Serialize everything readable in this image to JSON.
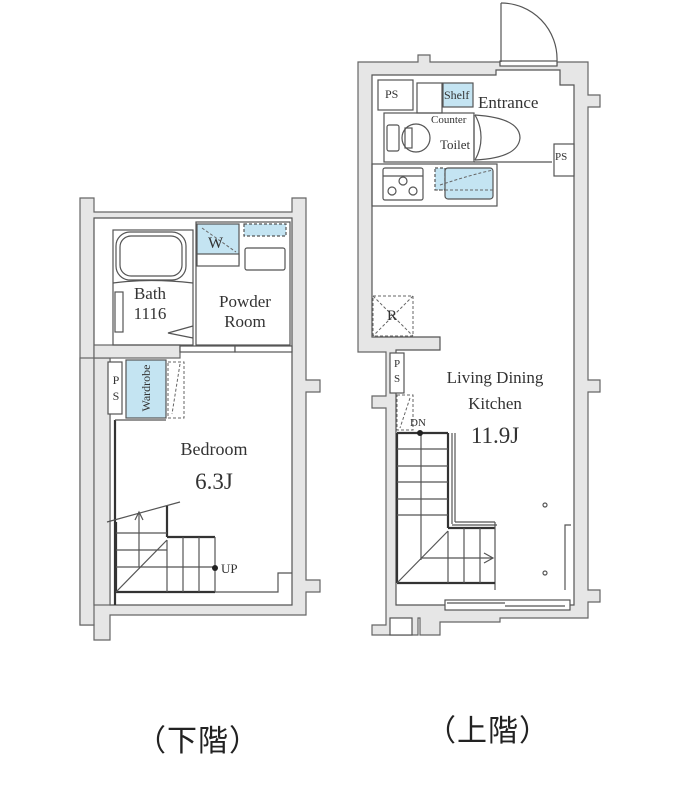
{
  "floors": {
    "lower": {
      "caption": "（下階）",
      "rooms": {
        "bath": {
          "name": "Bath",
          "size": "1116"
        },
        "powder_room": {
          "line1": "Powder",
          "line2": "Room"
        },
        "washer": {
          "label": "W"
        },
        "ps": {
          "line1": "P",
          "line2": "S"
        },
        "wardrobe": {
          "label": "Wardrobe"
        },
        "bedroom": {
          "name": "Bedroom",
          "size": "6.3J"
        },
        "stairs": {
          "label": "UP"
        }
      }
    },
    "upper": {
      "caption": "（上階）",
      "rooms": {
        "ps_top": {
          "label": "PS"
        },
        "shelf": {
          "label": "Shelf"
        },
        "entrance": {
          "label": "Entrance"
        },
        "counter": {
          "label": "Counter"
        },
        "toilet": {
          "label": "Toilet"
        },
        "ps_right": {
          "label": "PS"
        },
        "refrigerator": {
          "label": "R"
        },
        "ps_mid": {
          "line1": "P",
          "line2": "S"
        },
        "ldk": {
          "line1": "Living Dining",
          "line2": "Kitchen",
          "size": "11.9J"
        },
        "stairs": {
          "label": "DN"
        }
      }
    }
  },
  "colors": {
    "wall_fill": "#e6e6e6",
    "line": "#555555",
    "fixture_blue": "#c4e4f2"
  }
}
